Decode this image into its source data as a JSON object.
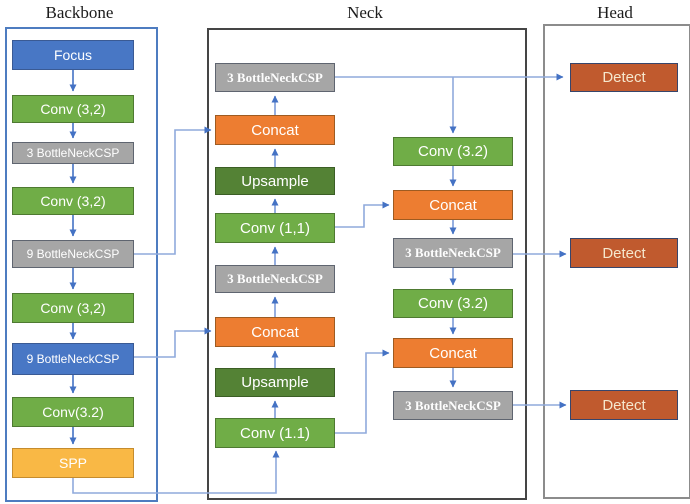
{
  "titles": {
    "backbone": "Backbone",
    "neck": "Neck",
    "head": "Head"
  },
  "nodes": {
    "backbone": [
      {
        "id": "focus",
        "label": "Focus"
      },
      {
        "id": "conv-3-2-a",
        "label": "Conv (3,2)"
      },
      {
        "id": "bottleneck-csp-3",
        "label": "3 BottleNeckCSP"
      },
      {
        "id": "conv-3-2-b",
        "label": "Conv (3,2)"
      },
      {
        "id": "bottleneck-csp-9-gray",
        "label": "9 BottleNeckCSP"
      },
      {
        "id": "conv-3-2-c",
        "label": "Conv (3,2)"
      },
      {
        "id": "bottleneck-csp-9-blue",
        "label": "9 BottleNeckCSP"
      },
      {
        "id": "conv-3-2-d",
        "label": "Conv(3.2)"
      },
      {
        "id": "spp",
        "label": "SPP"
      }
    ],
    "neck_left": [
      {
        "id": "neck-csp-top",
        "label": "3 BottleNeckCSP"
      },
      {
        "id": "neck-concat-a",
        "label": "Concat"
      },
      {
        "id": "neck-upsample-a",
        "label": "Upsample"
      },
      {
        "id": "neck-conv-1-1-a",
        "label": "Conv (1,1)"
      },
      {
        "id": "neck-csp-mid",
        "label": "3 BottleNeckCSP"
      },
      {
        "id": "neck-concat-b",
        "label": "Concat"
      },
      {
        "id": "neck-upsample-b",
        "label": "Upsample"
      },
      {
        "id": "neck-conv-1-1-b",
        "label": "Conv (1.1)"
      }
    ],
    "neck_right": [
      {
        "id": "neck-conv-3-2-r1",
        "label": "Conv (3.2)"
      },
      {
        "id": "neck-concat-r1",
        "label": "Concat"
      },
      {
        "id": "neck-csp-r1",
        "label": "3 BottleNeckCSP"
      },
      {
        "id": "neck-conv-3-2-r2",
        "label": "Conv (3.2)"
      },
      {
        "id": "neck-concat-r2",
        "label": "Concat"
      },
      {
        "id": "neck-csp-r2",
        "label": "3 BottleNeckCSP"
      }
    ],
    "head": [
      {
        "id": "detect-1",
        "label": "Detect"
      },
      {
        "id": "detect-2",
        "label": "Detect"
      },
      {
        "id": "detect-3",
        "label": "Detect"
      }
    ]
  },
  "edges": [
    {
      "from": "focus",
      "to": "conv-3-2-a"
    },
    {
      "from": "conv-3-2-a",
      "to": "bottleneck-csp-3"
    },
    {
      "from": "bottleneck-csp-3",
      "to": "conv-3-2-b"
    },
    {
      "from": "conv-3-2-b",
      "to": "bottleneck-csp-9-gray"
    },
    {
      "from": "bottleneck-csp-9-gray",
      "to": "conv-3-2-c"
    },
    {
      "from": "conv-3-2-c",
      "to": "bottleneck-csp-9-blue"
    },
    {
      "from": "bottleneck-csp-9-blue",
      "to": "conv-3-2-d"
    },
    {
      "from": "conv-3-2-d",
      "to": "spp"
    },
    {
      "from": "spp",
      "to": "neck-conv-1-1-b"
    },
    {
      "from": "bottleneck-csp-9-gray",
      "to": "neck-concat-a"
    },
    {
      "from": "bottleneck-csp-9-blue",
      "to": "neck-concat-b"
    },
    {
      "from": "neck-conv-1-1-b",
      "to": "neck-upsample-b"
    },
    {
      "from": "neck-upsample-b",
      "to": "neck-concat-b"
    },
    {
      "from": "neck-concat-b",
      "to": "neck-csp-mid"
    },
    {
      "from": "neck-csp-mid",
      "to": "neck-conv-1-1-a"
    },
    {
      "from": "neck-conv-1-1-a",
      "to": "neck-upsample-a"
    },
    {
      "from": "neck-upsample-a",
      "to": "neck-concat-a"
    },
    {
      "from": "neck-concat-a",
      "to": "neck-csp-top"
    },
    {
      "from": "neck-csp-top",
      "to": "detect-1"
    },
    {
      "from": "neck-csp-top",
      "to": "neck-conv-3-2-r1"
    },
    {
      "from": "neck-conv-3-2-r1",
      "to": "neck-concat-r1"
    },
    {
      "from": "neck-conv-1-1-a",
      "to": "neck-concat-r1"
    },
    {
      "from": "neck-concat-r1",
      "to": "neck-csp-r1"
    },
    {
      "from": "neck-csp-r1",
      "to": "neck-conv-3-2-r2"
    },
    {
      "from": "neck-csp-r1",
      "to": "detect-2"
    },
    {
      "from": "neck-conv-3-2-r2",
      "to": "neck-concat-r2"
    },
    {
      "from": "neck-conv-1-1-b",
      "to": "neck-concat-r2"
    },
    {
      "from": "neck-concat-r2",
      "to": "neck-csp-r2"
    },
    {
      "from": "neck-csp-r2",
      "to": "detect-3"
    }
  ],
  "colors": {
    "node-blue": "#4877c5",
    "node-green": "#70ad47",
    "node-dkgreen": "#548235",
    "node-gray": "#a6a6a6",
    "node-orange": "#ed7d31",
    "node-amber": "#f9b845",
    "node-brick": "#c05a2e",
    "detect-text": "#f5e7cd",
    "frame-blue": "#4e7cc0",
    "frame-dark": "#454545",
    "frame-gray": "#8c8c8c",
    "wire-strong": "#4472c4",
    "wire-light": "#8faadc",
    "wire-mid": "#7c9bd9"
  }
}
